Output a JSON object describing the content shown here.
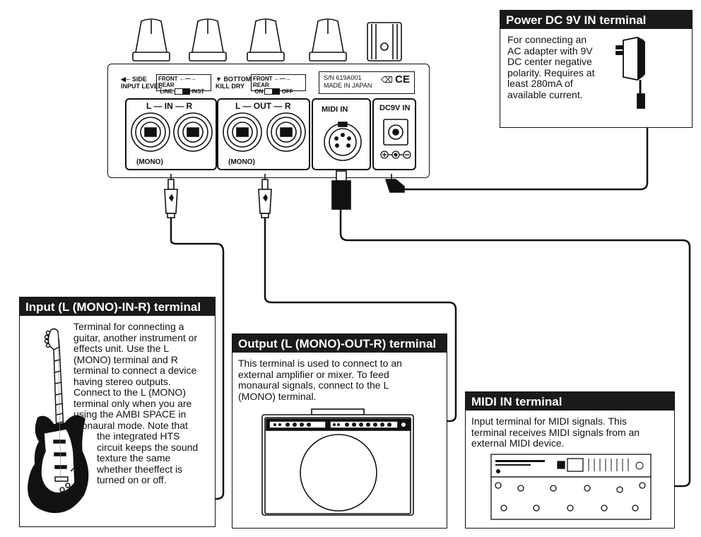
{
  "device": {
    "side_label": "SIDE",
    "side_sub": "INPUT LEVEL",
    "switch1_top": "FRONT",
    "switch1_top_right": "REAR",
    "switch1_bottom_left": "LINE",
    "switch1_bottom_right": "INST",
    "bottom_label": "BOTTOM",
    "bottom_sub": "KILL DRY",
    "switch2_top": "FRONT",
    "switch2_top_right": "REAR",
    "switch2_bottom_left": "ON",
    "switch2_bottom_right": "OFF",
    "serial": "S/N 619A001",
    "made_in": "MADE IN JAPAN",
    "ce_mark": "CE",
    "in_label_l": "L",
    "in_label_mid": "IN",
    "in_label_r": "R",
    "in_mono": "(MONO)",
    "out_label_l": "L",
    "out_label_mid": "OUT",
    "out_label_r": "R",
    "out_mono": "(MONO)",
    "midi_label": "MIDI IN",
    "dc_label": "DC9V IN"
  },
  "power_box": {
    "title": "Power DC 9V IN terminal",
    "lines": [
      "For connecting an",
      "AC adapter with 9V",
      "DC center negative",
      "polarity. Requires at",
      "least 280mA of",
      "available current."
    ]
  },
  "input_box": {
    "title": "Input (L (MONO)-IN-R) terminal",
    "lines": [
      "Terminal for connecting a",
      "guitar, another instrument or",
      "effects unit. Use the L",
      "(MONO) terminal and R",
      "terminal to connect a device",
      "having stereo outputs.",
      "Connect to the L (MONO)",
      "terminal only when you are",
      "using the AMBI SPACE in",
      "monaural mode. Note that",
      "the integrated HTS",
      "circuit keeps the sound",
      "texture the same",
      "whether theeffect is",
      "turned on or off."
    ]
  },
  "output_box": {
    "title": "Output (L (MONO)-OUT-R) terminal",
    "lines": [
      "This terminal is used to connect to an",
      "external amplifier or mixer. To feed",
      "monaural signals, connect to the L",
      "(MONO) terminal."
    ]
  },
  "midi_box": {
    "title": "MIDI IN terminal",
    "lines": [
      "Input terminal for MIDI signals. This",
      "terminal receives MIDI signals from an",
      "external MIDI device."
    ]
  },
  "icons": [
    "knob-icon",
    "guitar-icon",
    "amplifier-icon",
    "midi-controller-icon",
    "ac-adapter-icon",
    "jack-plug-icon",
    "midi-plug-icon",
    "dc-plug-icon"
  ]
}
